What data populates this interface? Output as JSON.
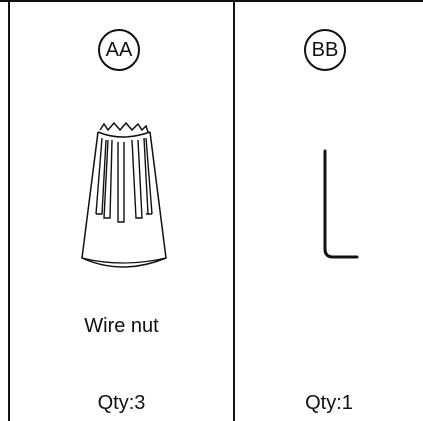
{
  "parts": [
    {
      "callout": "AA",
      "name": "Wire nut",
      "qty": "Qty:3",
      "icon": "wire-nut-icon"
    },
    {
      "callout": "BB",
      "name": "",
      "qty": "Qty:1",
      "icon": "hex-key-icon"
    }
  ]
}
